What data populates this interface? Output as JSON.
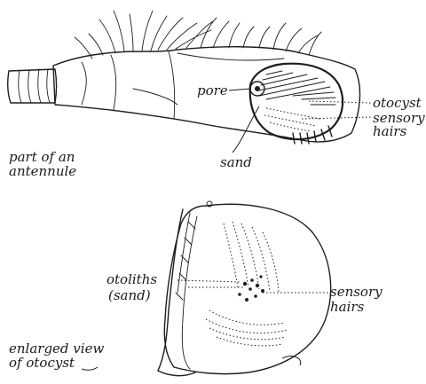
{
  "top_figure": {
    "caption_line1": "part of an",
    "caption_line2": "antennule",
    "label_pore": "pore",
    "label_otocyst": "otocyst",
    "label_sensory_line1": "sensory",
    "label_sensory_line2": "hairs",
    "label_sand": "sand"
  },
  "bottom_figure": {
    "label_otoliths_line1": "otoliths",
    "label_otoliths_line2": "(sand)",
    "label_sensory_line1": "sensory",
    "label_sensory_line2": "hairs",
    "caption_line1": "enlarged view",
    "caption_line2": "of otocyst"
  }
}
